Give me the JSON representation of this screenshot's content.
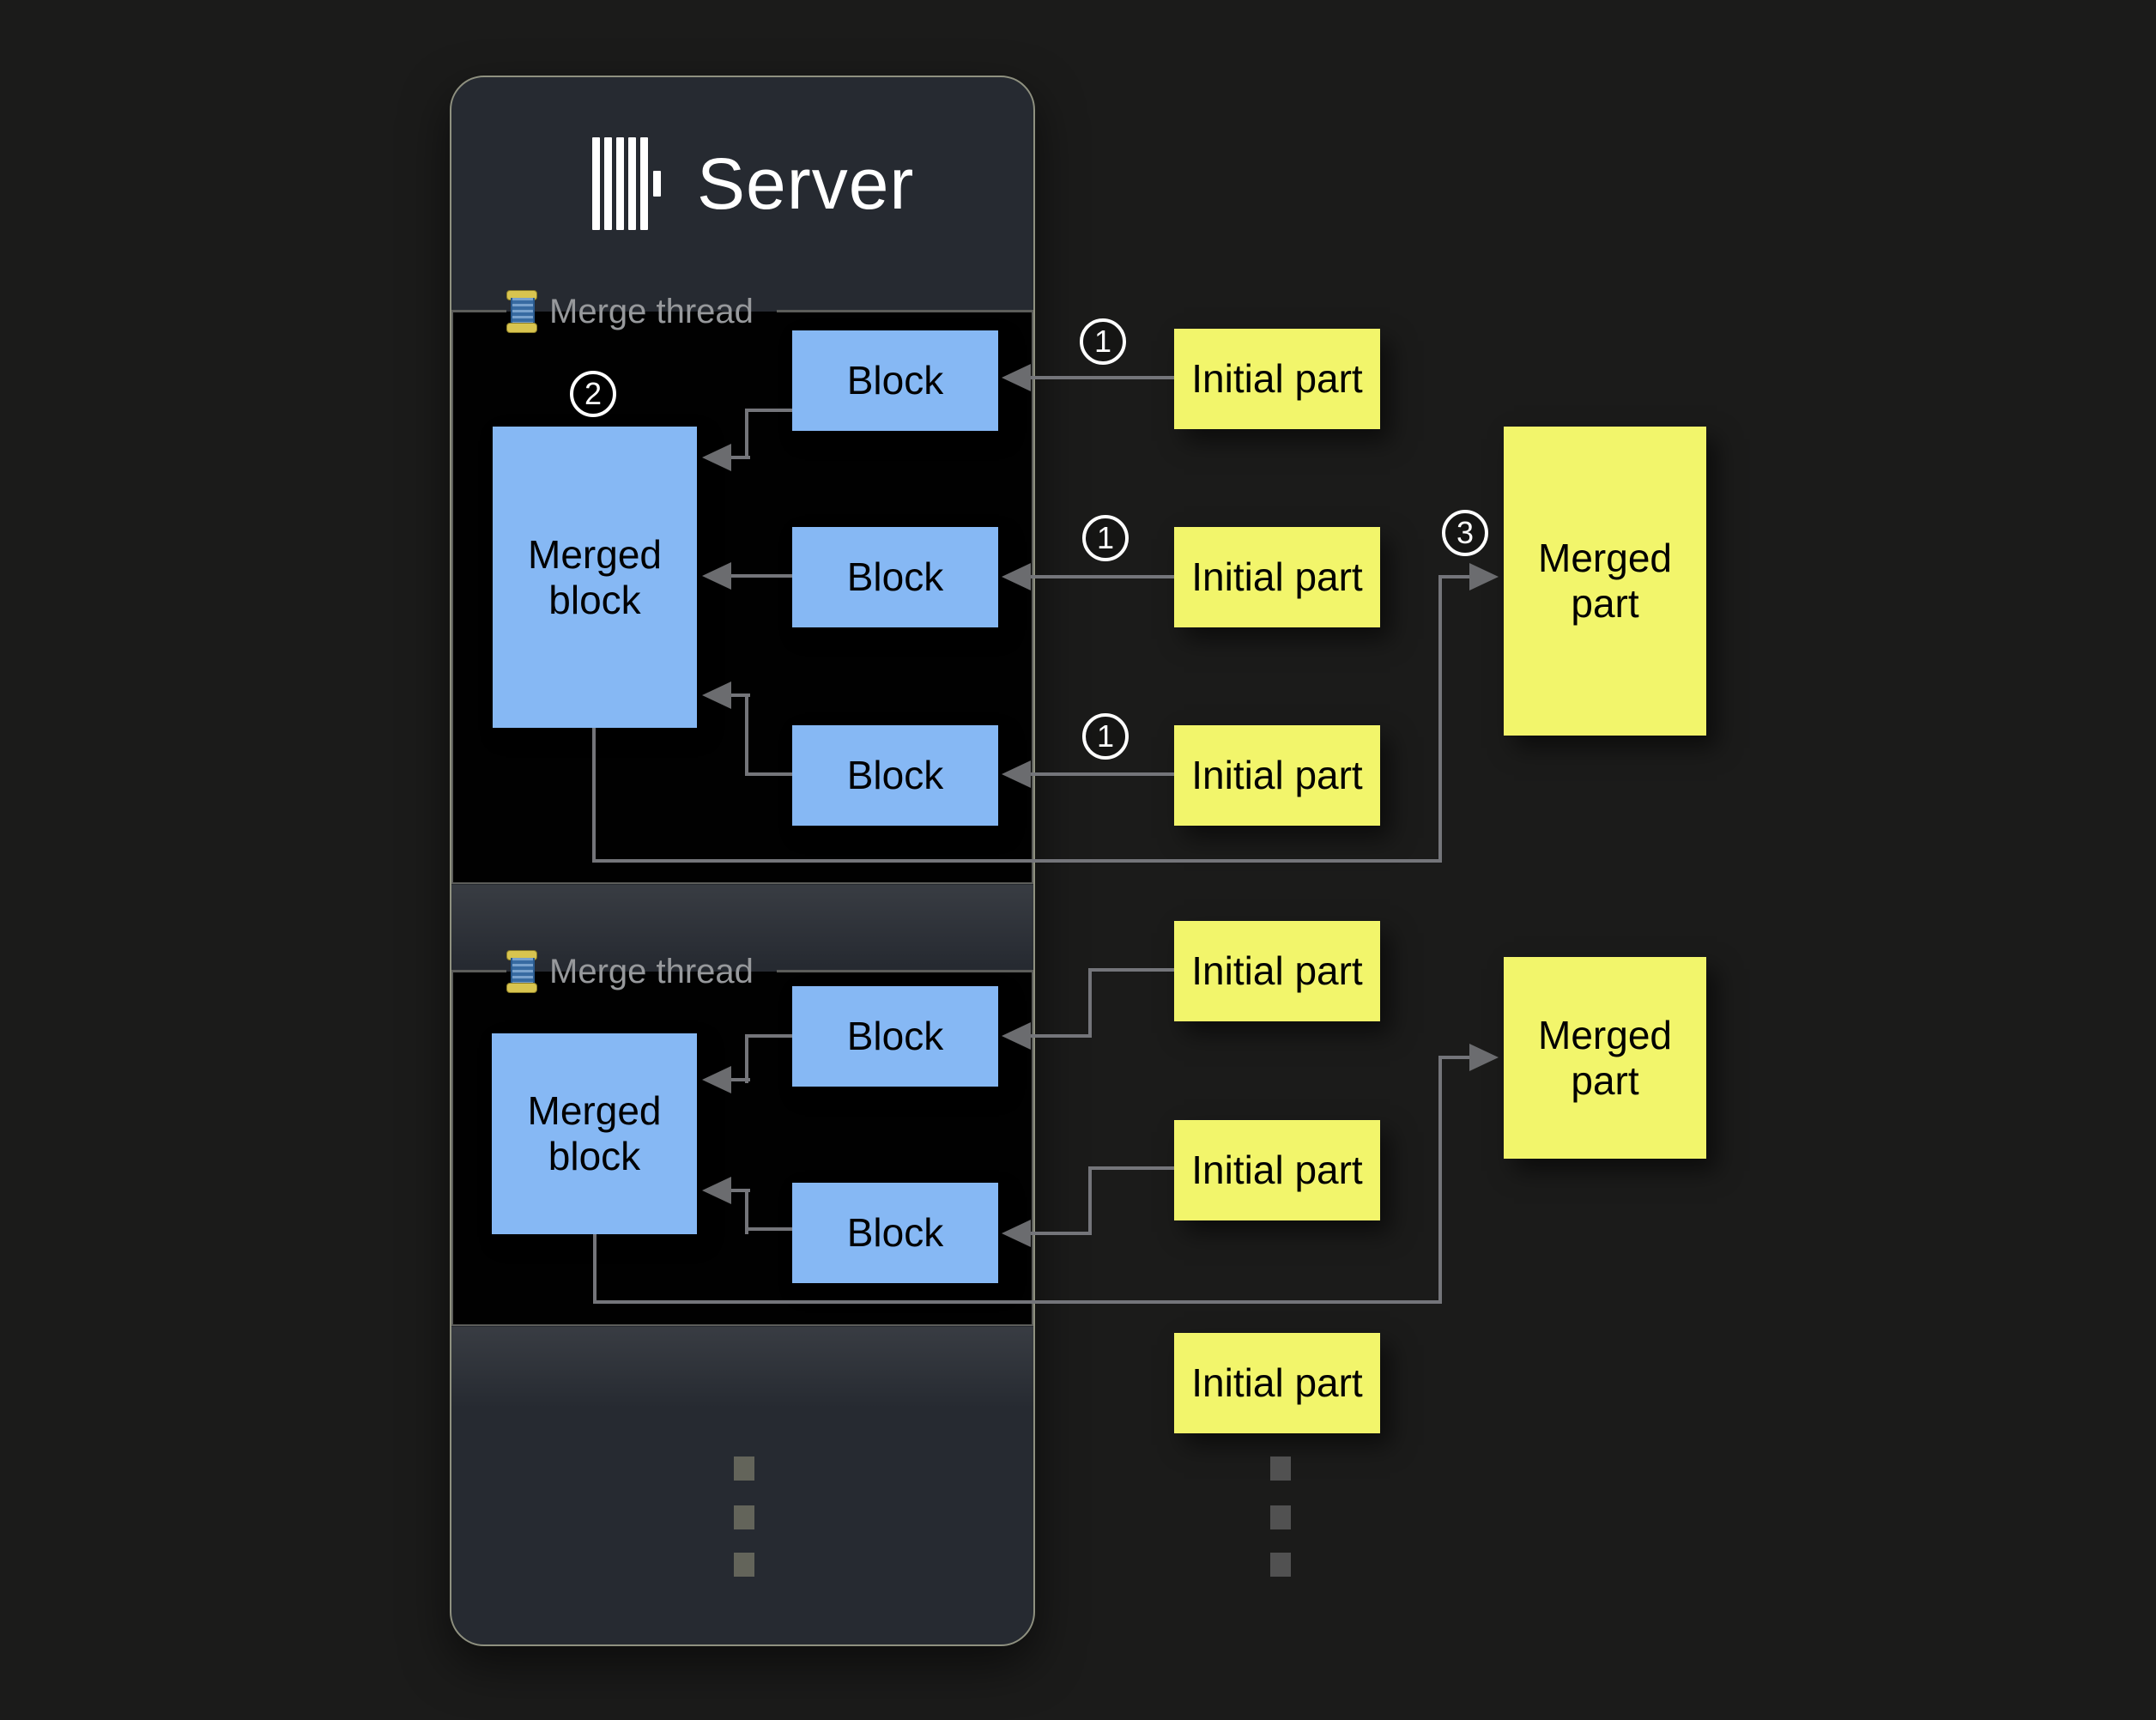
{
  "server": {
    "title": "Server"
  },
  "threads": [
    {
      "label": "Merge thread",
      "merged_block": "Merged block",
      "blocks": [
        "Block",
        "Block",
        "Block"
      ]
    },
    {
      "label": "Merge thread",
      "merged_block": "Merged block",
      "blocks": [
        "Block",
        "Block"
      ]
    }
  ],
  "initial_parts": [
    "Initial part",
    "Initial part",
    "Initial part",
    "Initial part",
    "Initial part",
    "Initial part"
  ],
  "merged_parts": [
    "Merged part",
    "Merged part"
  ],
  "steps": {
    "insert": "1",
    "merge": "2",
    "flush": "3"
  },
  "colors": {
    "page_bg": "#1b1b1a",
    "panel_bg": "#262a31",
    "thread_bg": "#010101",
    "block_blue": "#86b8f4",
    "part_yellow": "#f2f56b",
    "connector_gray": "#74757a",
    "label_gray": "#97999c"
  }
}
